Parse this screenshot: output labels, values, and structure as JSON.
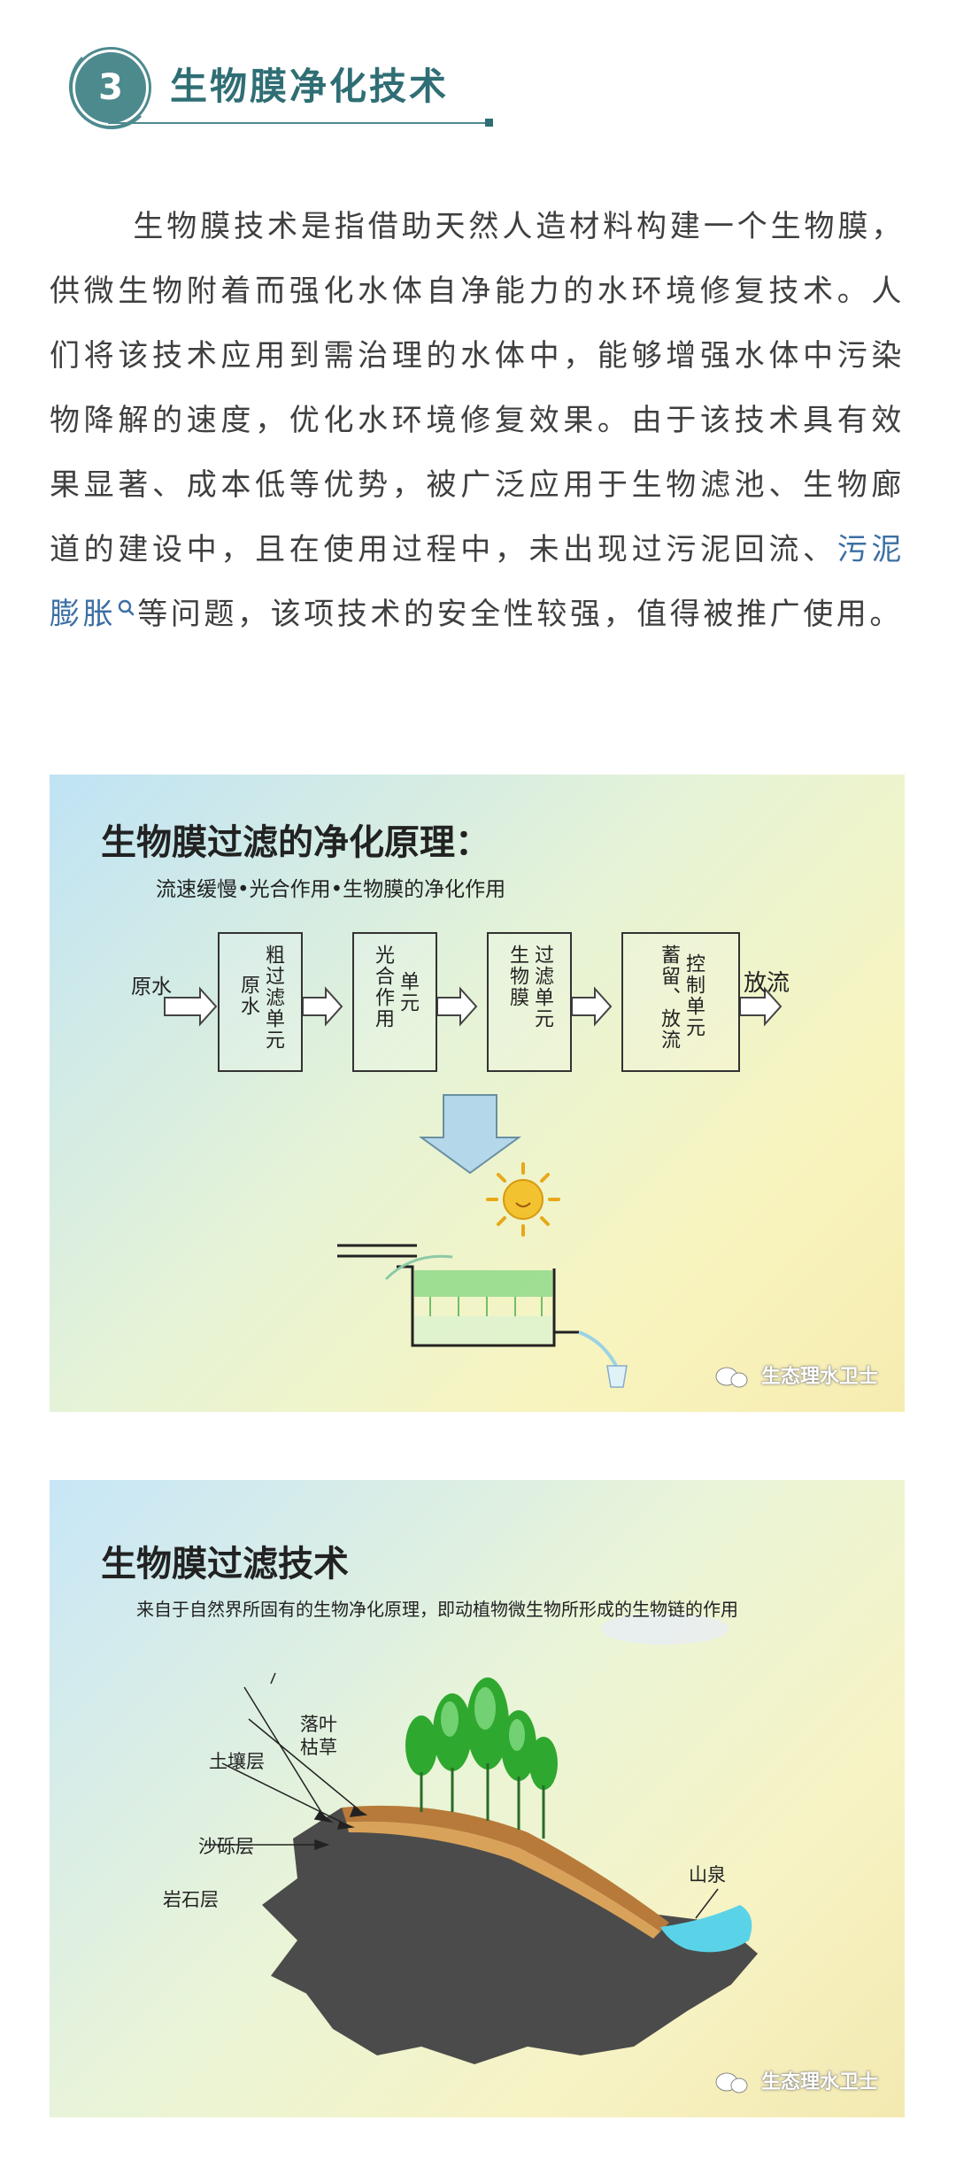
{
  "section": {
    "number": "3",
    "title": "生物膜净化技术"
  },
  "article": {
    "text_before_link": "生物膜技术是指借助天然人造材料构建一个生物膜，供微生物附着而强化水体自净能力的水环境修复技术。人们将该技术应用到需治理的水体中，能够增强水体中污染物降解的速度，优化水环境修复效果。由于该技术具有效果显著、成本低等优势，被广泛应用于生物滤池、生物廊道的建设中，且在使用过程中，未出现过污泥回流、",
    "link_text": "污泥膨胀",
    "link_icon": "search-icon",
    "text_after_link": "等问题，该项技术的安全性较强，值得被推广使用。"
  },
  "figure1": {
    "title": "生物膜过滤的净化原理：",
    "subtitle": "流速缓慢•光合作用•生物膜的净化作用",
    "input_label": "原水",
    "output_label": "放流",
    "units": [
      {
        "col1": "粗过滤单元",
        "col2": "原水"
      },
      {
        "col1": "单元",
        "col2": "光合作用"
      },
      {
        "col1": "过滤单元",
        "col2": "生物膜"
      },
      {
        "col1": "控制单元",
        "col2": "蓄留、放流"
      }
    ],
    "watermark": "生态理水卫士"
  },
  "figure2": {
    "title": "生物膜过滤技术",
    "subtitle": "来自于自然界所固有的生物净化原理，即动植物微生物所形成的生物链的作用",
    "labels": {
      "leaves_line1": "落叶",
      "leaves_line2": "枯草",
      "soil": "土壤层",
      "gravel": "沙砾层",
      "rock": "岩石层",
      "spring": "山泉"
    },
    "watermark": "生态理水卫士"
  },
  "colors": {
    "accent": "#4d8a8e",
    "link": "#3c6fa4",
    "text": "#3f3f3f"
  }
}
